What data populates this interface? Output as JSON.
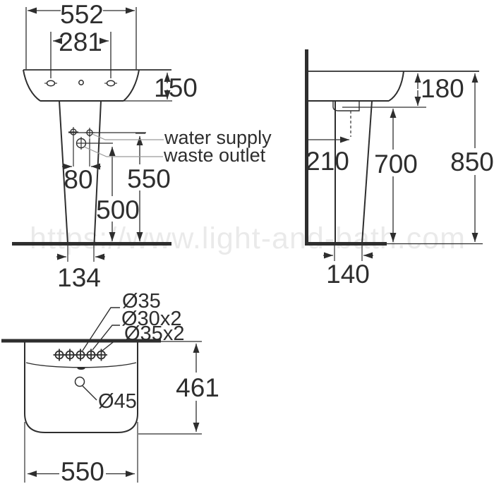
{
  "watermark": "https://www.light-and-bath.com",
  "front_view": {
    "overall_width": "552",
    "tap_hole_centres": "281",
    "rim_height": "150",
    "supply_spacing": "80",
    "supply_height": "550",
    "waste_height": "500",
    "base_width": "134",
    "water_supply_label": "water supply",
    "waste_outlet_label": "waste outlet"
  },
  "side_view": {
    "basin_front_height": "180",
    "waste_wall_offset": "210",
    "pedestal_top_height": "700",
    "overall_height": "850",
    "base_depth": "140"
  },
  "plan_view": {
    "tap_hole_centre": "Ø35",
    "tap_holes_pair_30": "Ø30x2",
    "tap_holes_pair_35": "Ø35x2",
    "overflow_hole": "Ø45",
    "overall_depth": "461",
    "overall_width": "550"
  },
  "colors": {
    "line": "#2e2e2e",
    "leader": "#9b9b9b"
  }
}
